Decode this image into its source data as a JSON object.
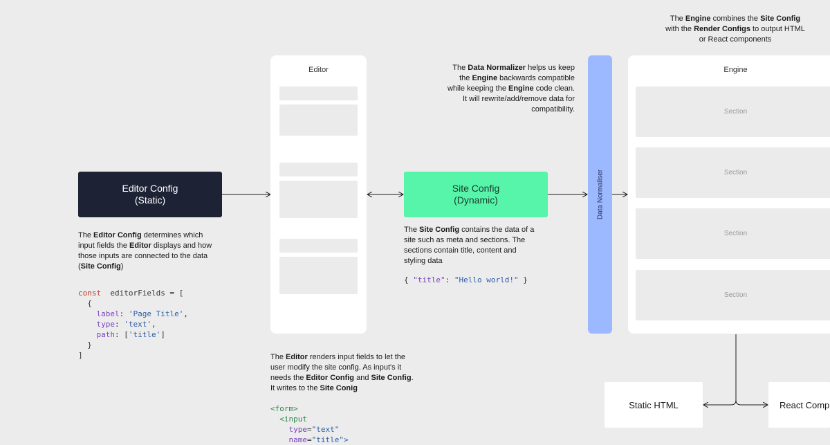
{
  "editor_config": {
    "line1": "Editor Config",
    "line2": "(Static)"
  },
  "site_config": {
    "line1": "Site Config",
    "line2": "(Dynamic)"
  },
  "editor_panel": {
    "title": "Editor"
  },
  "normaliser": {
    "label": "Data Normaliser"
  },
  "engine_panel": {
    "title": "Engine",
    "sections": [
      "Section",
      "Section",
      "Section",
      "Section"
    ]
  },
  "outputs": {
    "static_html": "Static HTML",
    "react": "React Comp"
  },
  "notes": {
    "engine_top": [
      [
        "The ",
        "Engine",
        " combines the ",
        "Site Config"
      ],
      [
        "with the ",
        "Render Configs",
        " to output HTML"
      ],
      [
        "or React components"
      ]
    ],
    "normalizer": [
      [
        "The ",
        "Data Normalizer",
        " helps us keep"
      ],
      [
        "the ",
        "Engine",
        " backwards compatible"
      ],
      [
        "while keeping the ",
        "Engine",
        " code clean."
      ],
      [
        "It will rewrite/add/remove data for"
      ],
      [
        "compatibility."
      ]
    ],
    "editor_config": [
      [
        "The ",
        "Editor Config",
        " determines which"
      ],
      [
        "input fields the ",
        "Editor",
        " displays and how"
      ],
      [
        "those inputs are connected to the data"
      ],
      [
        "(",
        "Site Config",
        ")"
      ]
    ],
    "site_config": [
      [
        "The ",
        "Site Config",
        " contains the data of a"
      ],
      [
        "site such as meta and sections. The"
      ],
      [
        "sections contain title, content and"
      ],
      [
        "styling data"
      ]
    ],
    "editor": [
      [
        "The ",
        "Editor",
        " renders input fields to let the"
      ],
      [
        "user modify the site config. As input's it"
      ],
      [
        "needs the ",
        "Editor Config",
        " and ",
        "Site Config",
        "."
      ],
      [
        "It writes to the ",
        "Site Conig"
      ]
    ]
  },
  "code": {
    "editor_fields": [
      [
        [
          "kw",
          "const"
        ],
        [
          "",
          "  editorFields = ["
        ]
      ],
      [
        [
          "",
          "  {"
        ]
      ],
      [
        [
          "",
          "    "
        ],
        [
          "prop",
          "label"
        ],
        [
          "",
          ": "
        ],
        [
          "str",
          "'Page Title'"
        ],
        [
          "",
          ","
        ]
      ],
      [
        [
          "",
          "    "
        ],
        [
          "prop",
          "type"
        ],
        [
          "",
          ": "
        ],
        [
          "str",
          "'text'"
        ],
        [
          "",
          ","
        ]
      ],
      [
        [
          "",
          "    "
        ],
        [
          "prop",
          "path"
        ],
        [
          "",
          ": ["
        ],
        [
          "str",
          "'title'"
        ],
        [
          "",
          "]"
        ]
      ],
      [
        [
          "",
          "  }"
        ]
      ],
      [
        [
          "",
          "]"
        ]
      ]
    ],
    "site_json": [
      [
        [
          "",
          "{ "
        ],
        [
          "prop",
          "\"title\""
        ],
        [
          "",
          ": "
        ],
        [
          "str",
          "\"Hello world!\""
        ],
        [
          "",
          " }"
        ]
      ]
    ],
    "form": [
      [
        [
          "tag",
          "<form>"
        ]
      ],
      [
        [
          "",
          "  "
        ],
        [
          "tag",
          "<input"
        ]
      ],
      [
        [
          "",
          "    "
        ],
        [
          "attr",
          "type"
        ],
        [
          "",
          "="
        ],
        [
          "str",
          "\"text\""
        ]
      ],
      [
        [
          "",
          "    "
        ],
        [
          "attr",
          "name"
        ],
        [
          "",
          "="
        ],
        [
          "str",
          "\"title\">"
        ]
      ]
    ]
  }
}
